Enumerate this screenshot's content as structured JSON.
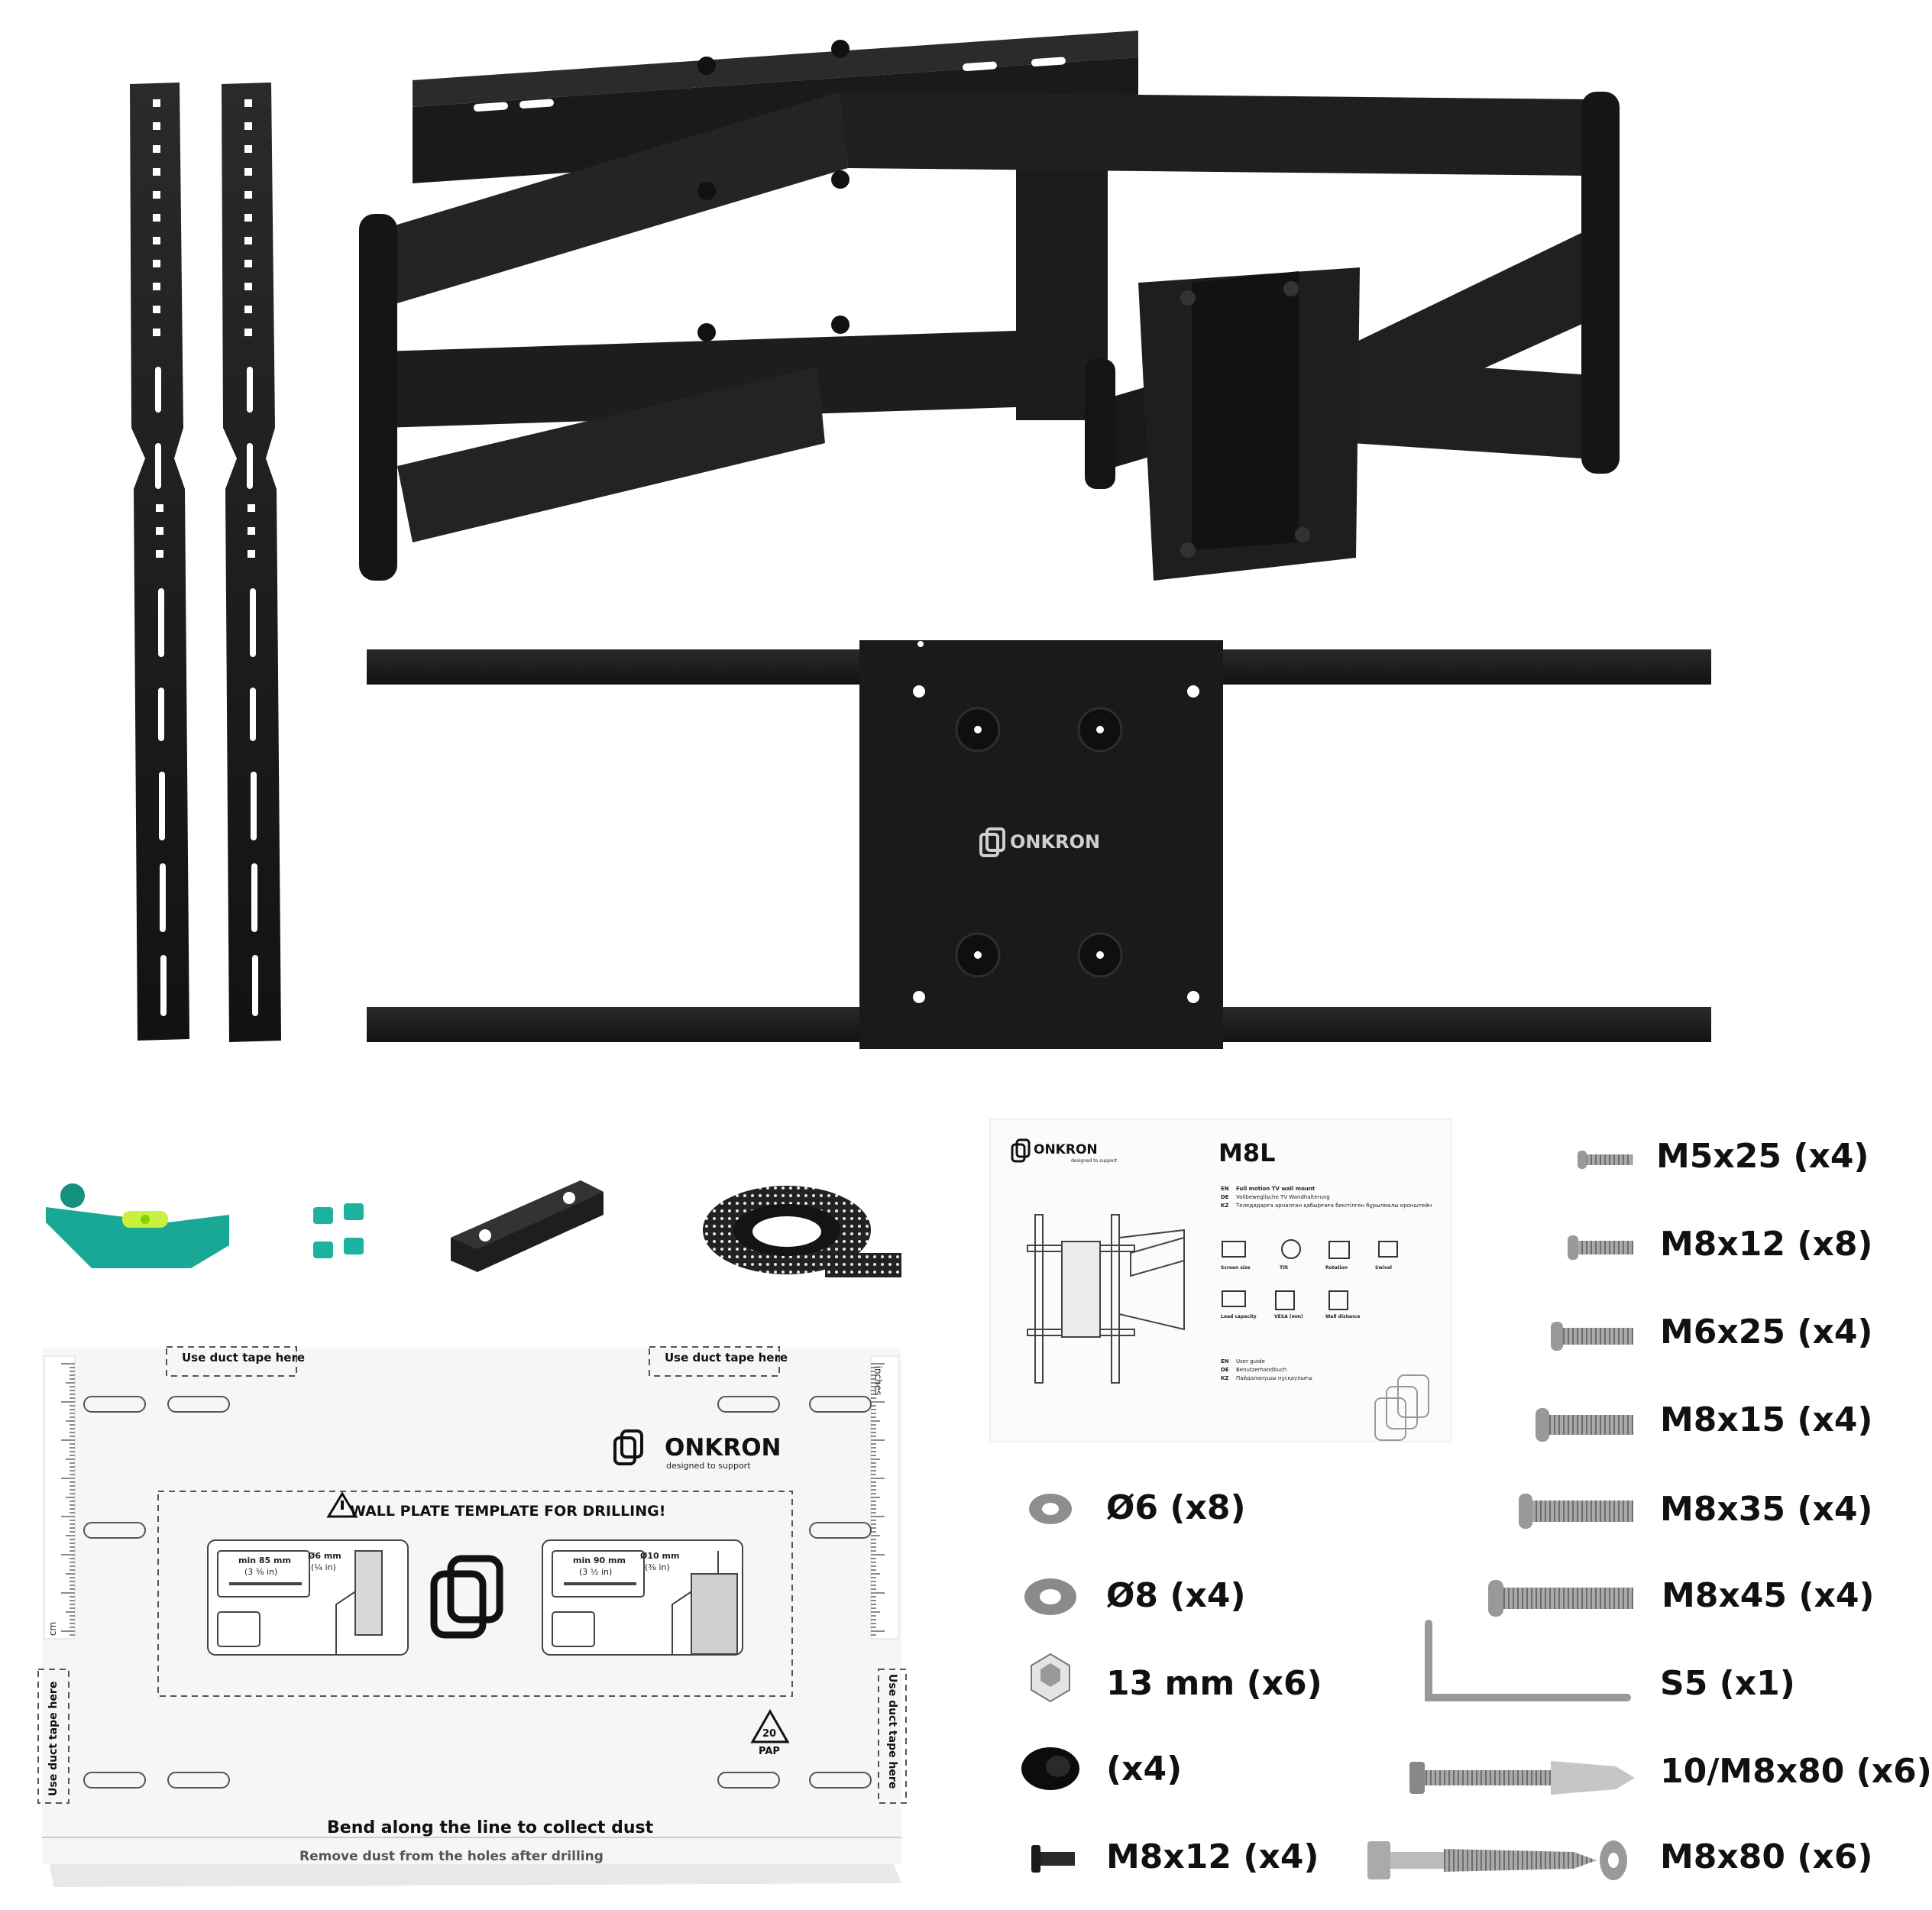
{
  "brand": {
    "name": "ONKRON",
    "tagline": "designed to support"
  },
  "mount_plate_logo": "ONKRON",
  "template": {
    "duct_tape_top_left": "Use duct tape here",
    "duct_tape_top_right": "Use duct tape here",
    "duct_tape_left": "Use duct tape here",
    "duct_tape_right": "Use duct tape here",
    "title": "WALL PLATE TEMPLATE FOR DRILLING!",
    "drill_left_depth": "min 85 mm",
    "drill_left_depth_in": "(3 ⅜ in)",
    "drill_left_diameter": "Ø6 mm",
    "drill_left_diameter_in": "(¼ in)",
    "drill_right_depth": "min 90 mm",
    "drill_right_depth_in": "(3 ½ in)",
    "drill_right_diameter": "Ø10 mm",
    "drill_right_diameter_in": "(⅜ in)",
    "ruler_unit_cm": "cm",
    "ruler_unit_in": "inches",
    "recycle_number": "20",
    "recycle_code": "PAP",
    "bend_text": "Bend along the line to collect dust",
    "remove_text": "Remove dust from the holes after drilling"
  },
  "manual": {
    "model": "M8L",
    "lang_en": "EN",
    "lang_de": "DE",
    "lang_kz": "KZ",
    "title_en": "Full motion TV wall mount",
    "title_de": "Vollbeweglische TV Wandhalterung",
    "title_kz": "Теледидарға арналған қабырғаға бекітілген бұрылмалы кронштейн",
    "spec_screen": "Screen size",
    "spec_tilt": "Tilt",
    "spec_rotation": "Rotation",
    "spec_swivel": "Swivel",
    "spec_load": "Load capacity",
    "spec_vesa": "VESA (mm)",
    "spec_wall": "Wall distance",
    "guide_en": "User guide",
    "guide_de": "Benutzerhandbuch",
    "guide_kz": "Пайдаланушы нұсқаулығы"
  },
  "parts": [
    {
      "label": "M5x25 (x4)"
    },
    {
      "label": "M8x12 (x8)"
    },
    {
      "label": "M6x25 (x4)"
    },
    {
      "label": "M8x15 (x4)"
    },
    {
      "label": "M8x35 (x4)"
    },
    {
      "label": "M8x45 (x4)"
    },
    {
      "label": "S5 (x1)"
    },
    {
      "label": "10/M8x80 (x6)"
    },
    {
      "label": "M8x80 (x6)"
    }
  ],
  "washers": [
    {
      "label": "Ø6 (x8)"
    },
    {
      "label": "Ø8 (x4)"
    },
    {
      "label": "13 mm (x6)"
    },
    {
      "label": "(x4)"
    },
    {
      "label": "M8x12 (x4)"
    }
  ],
  "colors": {
    "metal": "#1c1c1c",
    "level_tool": "#1ab3a0",
    "paper": "#f6f6f6"
  }
}
